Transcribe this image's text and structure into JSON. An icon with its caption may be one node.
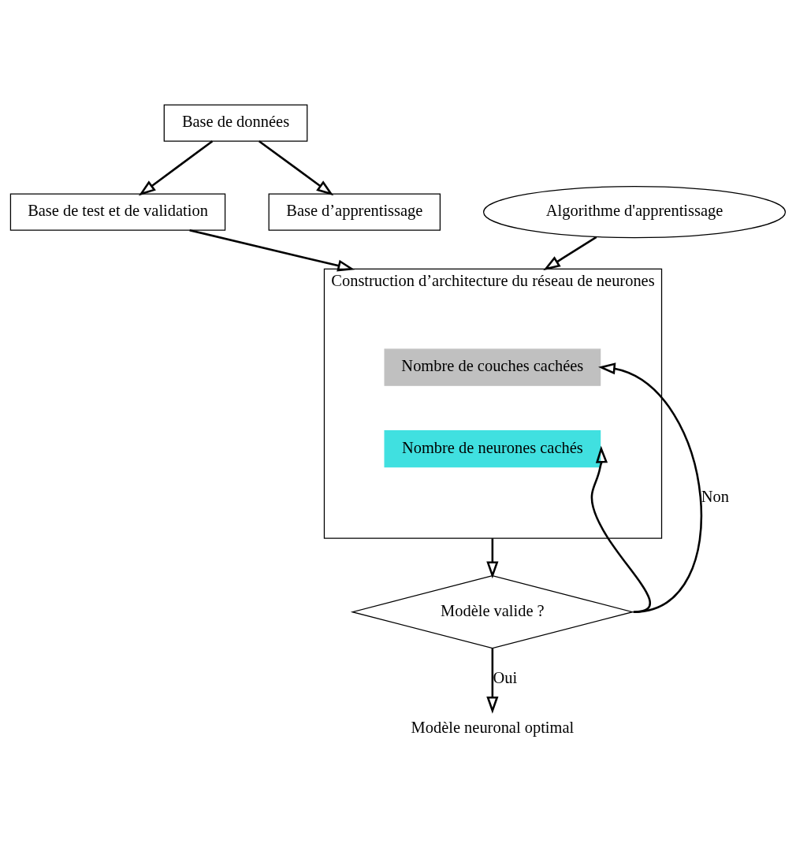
{
  "diagram": {
    "nodes": [
      {
        "text": [
          "Base de données"
        ]
      },
      {
        "text": [
          "Base de test et de validation"
        ]
      },
      {
        "text": [
          "Base d’apprentissage"
        ]
      },
      {
        "text": [
          "Algorithme d'apprentissage"
        ]
      },
      {
        "text": [
          "Construction d’architecture du réseau de neurones"
        ]
      },
      {
        "text": [
          "Nombre de couches cachées"
        ],
        "in": 4
      },
      {
        "text": [
          "Nombre de neurones cachés"
        ],
        "in": 4
      },
      {
        "text": [
          "Modèle valide ?"
        ]
      },
      {
        "text": [
          "Modèle neuronal optimal"
        ]
      }
    ],
    "edges": [
      {
        "from": 0,
        "to": 1,
        "arrow": "to"
      },
      {
        "from": 0,
        "to": 2,
        "arrow": "to"
      },
      {
        "from": 1,
        "to": 4,
        "arrow": "to"
      },
      {
        "from": 3,
        "to": 4,
        "arrow": "to"
      },
      {
        "from": 4,
        "to": 7,
        "arrow": "to"
      },
      {
        "from": 7,
        "to": 5,
        "arrow": "to",
        "label": "Non"
      },
      {
        "from": 7,
        "to": 6,
        "arrow": "to"
      },
      {
        "from": 7,
        "to": 8,
        "label": "Oui",
        "arrow": "to"
      }
    ]
  }
}
